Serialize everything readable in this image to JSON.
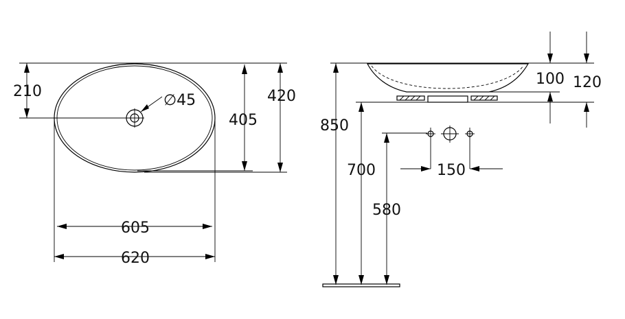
{
  "top_view": {
    "dim_tap_offset": "210",
    "dim_tap_hole": "∅45",
    "dim_inner_depth": "405",
    "dim_outer_depth": "420",
    "dim_inner_width": "605",
    "dim_outer_width": "620"
  },
  "side_view": {
    "dim_bowl_height": "100",
    "dim_total_height": "120",
    "dim_top_height": "850",
    "dim_counter_height": "700",
    "dim_waste_height": "580",
    "dim_fixing_spacing": "150"
  }
}
